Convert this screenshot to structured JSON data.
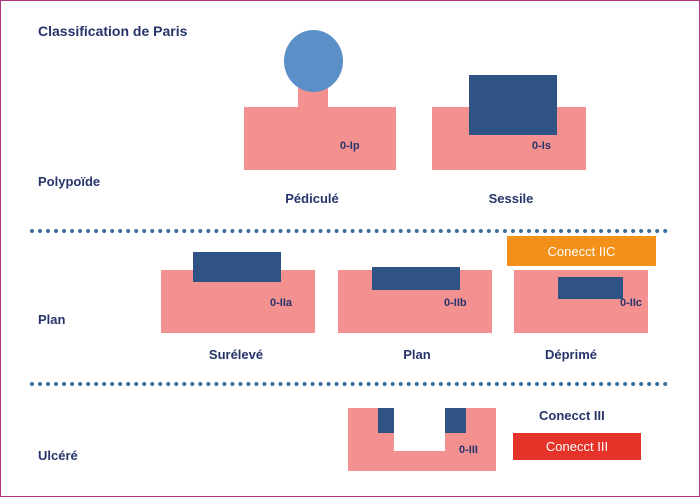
{
  "title": "Classification de Paris",
  "sections": {
    "polypoide": "Polypoïde",
    "plan": "Plan",
    "ulcere": "Ulcéré"
  },
  "types": {
    "ip": {
      "code": "0-Ip",
      "name": "Pédiculé"
    },
    "is": {
      "code": "0-Is",
      "name": "Sessile"
    },
    "iia": {
      "code": "0-IIa",
      "name": "Surélevé"
    },
    "iib": {
      "code": "0-IIb",
      "name": "Plan"
    },
    "iic": {
      "code": "0-IIc",
      "name": "Déprimé"
    },
    "iii": {
      "code": "0-III"
    }
  },
  "badges": {
    "conecct_iic": "Conecct IIC",
    "conecct_iii_label": "Conecct III",
    "conecct_iii_badge": "Conecct III"
  },
  "colors": {
    "mucosa": "#f39191",
    "lesion": "#2f5384",
    "head": "#5b8fc7",
    "text": "#27346a",
    "orange": "#f39019",
    "red": "#e63329",
    "divider": "#3d6ea0",
    "border": "#b0377a"
  }
}
